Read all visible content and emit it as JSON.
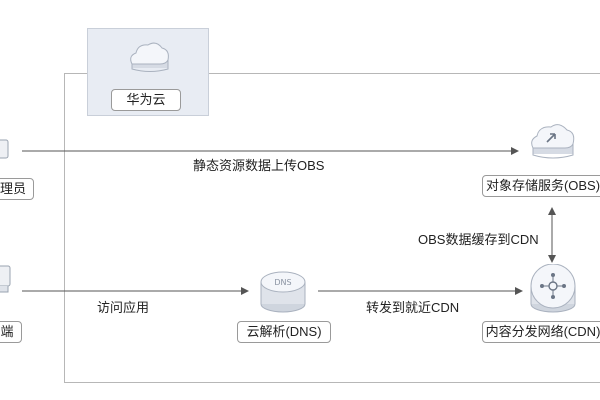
{
  "nodes": {
    "huaweicloud": "华为云",
    "admin": "理员",
    "client": "端",
    "dns": "云解析(DNS)",
    "obs": "对象存储服务(OBS)",
    "cdn": "内容分发网络(CDN)"
  },
  "edges": {
    "admin_to_obs": "静态资源数据上传OBS",
    "client_to_dns": "访问应用",
    "dns_to_cdn": "转发到就近CDN",
    "obs_cdn": "OBS数据缓存到CDN"
  },
  "icons": {
    "dns_badge": "DNS"
  },
  "colors": {
    "frame": "#b7b7b7",
    "cloud_box": "#e8ecf3",
    "line": "#555555"
  }
}
